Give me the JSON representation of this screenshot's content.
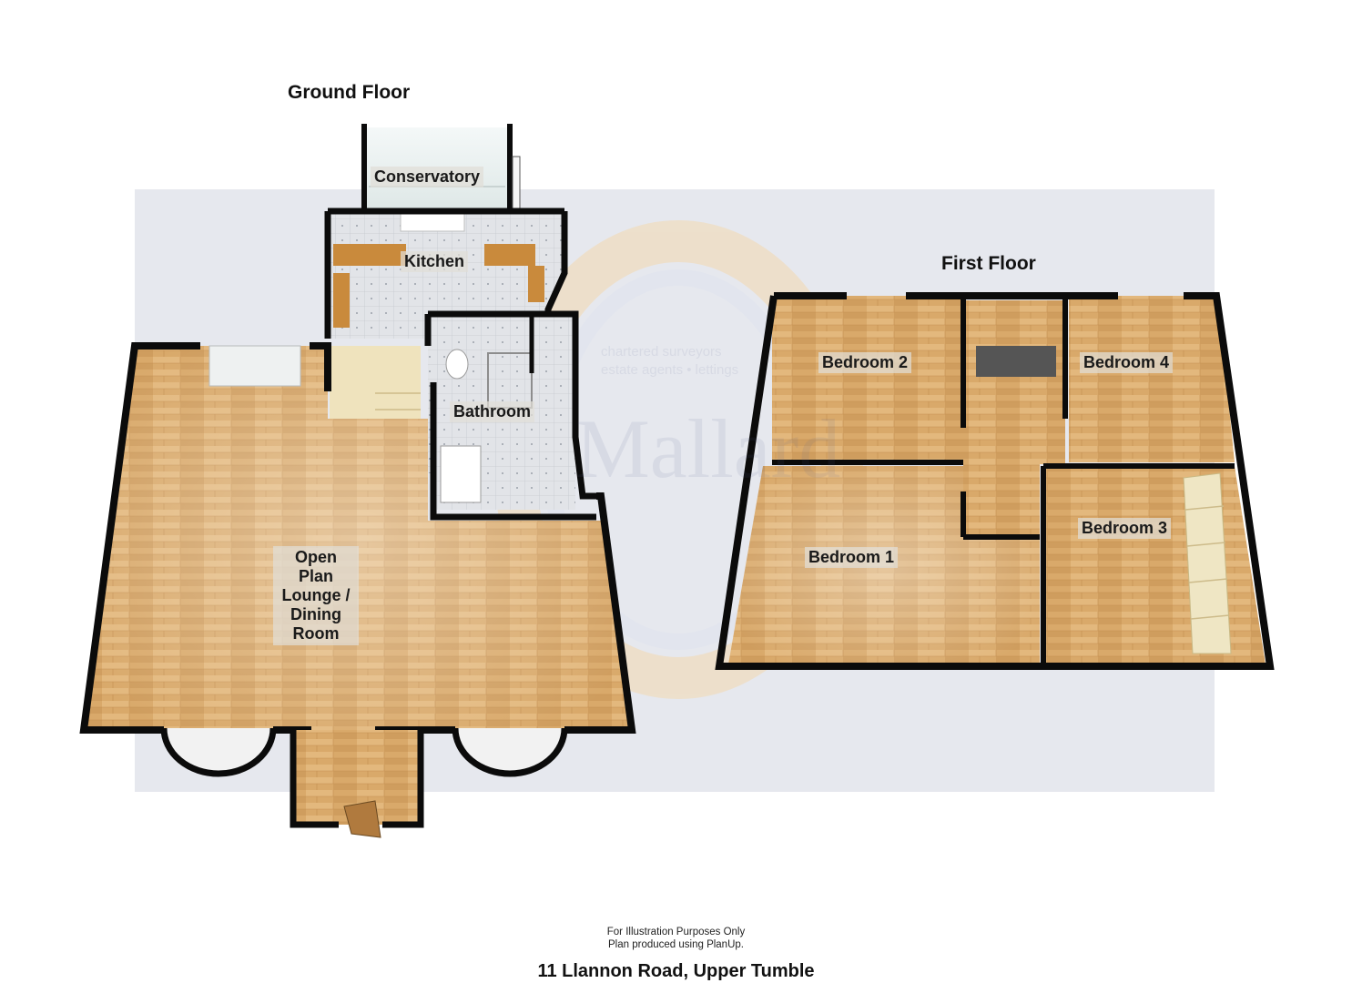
{
  "floors": [
    {
      "title": "Ground Floor",
      "rooms": [
        "Conservatory",
        "Kitchen",
        "Bathroom"
      ],
      "main_room_lines": [
        "Open",
        "Plan",
        "Lounge /",
        "Dining",
        "Room"
      ]
    },
    {
      "title": "First Floor",
      "rooms": [
        "Bedroom 2",
        "Bedroom 4",
        "Bedroom 1",
        "Bedroom 3"
      ]
    }
  ],
  "watermark": {
    "brand": "Mallard",
    "tagline_lines": [
      "chartered surveyors",
      "estate agents • lettings"
    ]
  },
  "footer": {
    "note_line1": "For Illustration Purposes Only",
    "note_line2": "Plan produced using PlanUp.",
    "address": "11 Llannon Road, Upper Tumble"
  },
  "colors": {
    "wall": "#0b0b0b",
    "floor_wood": "#d9a96a",
    "floor_tile": "#dfe1e4",
    "backdrop": "#e6e8ee",
    "worktop": "#c98a3c"
  }
}
